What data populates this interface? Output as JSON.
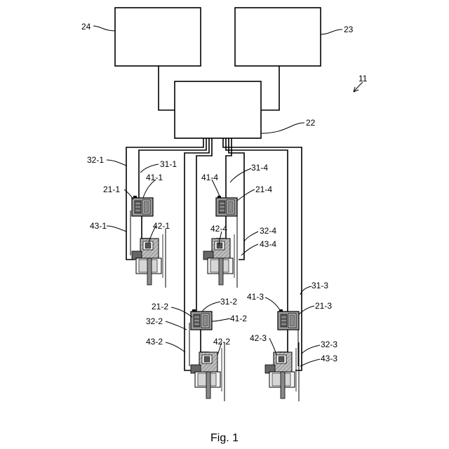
{
  "blocks": {
    "b24": "24",
    "b23": "23",
    "b22": "22",
    "sys": "11"
  },
  "labels": {
    "l32_1": "32-1",
    "l31_1": "31-1",
    "l21_1": "21-1",
    "l41_1": "41-1",
    "l43_1": "43-1",
    "l42_1": "42-1",
    "l41_4": "41-4",
    "l31_4": "31-4",
    "l21_4": "21-4",
    "l42_4": "42-4",
    "l32_4": "32-4",
    "l43_4": "43-4",
    "l31_3": "31-3",
    "l41_3": "41-3",
    "l21_3": "21-3",
    "l42_3": "42-3",
    "l32_3": "32-3",
    "l43_3": "43-3",
    "l21_2": "21-2",
    "l31_2": "31-2",
    "l32_2": "32-2",
    "l41_2": "41-2",
    "l43_2": "43-2",
    "l42_2": "42-2"
  },
  "caption": "Fig. 1"
}
